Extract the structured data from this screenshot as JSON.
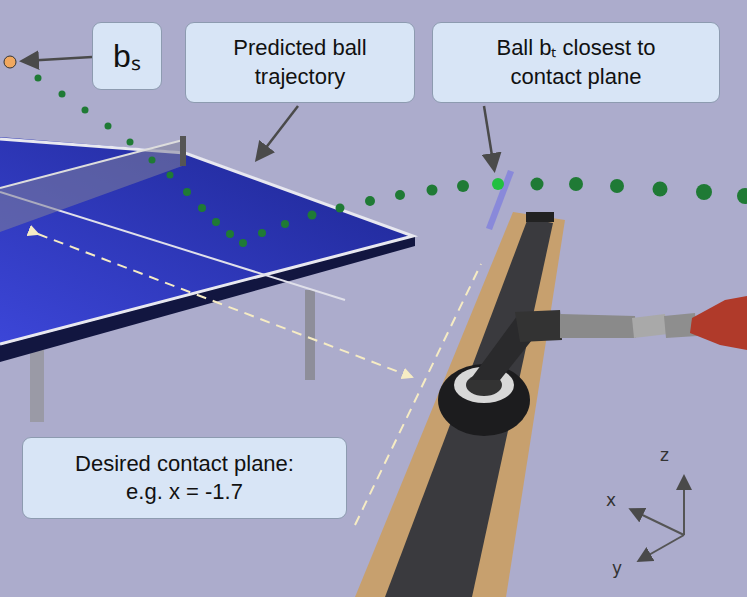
{
  "diagram": {
    "nodes": [
      {
        "text": [
          "bₛ"
        ]
      },
      {
        "text": [
          "Predicted ball trajectory"
        ]
      },
      {
        "text": [
          "Ball bₜ closest to contact plane"
        ]
      },
      {
        "text": [
          "Desired contact plane: e.g. x = -1.7"
        ]
      }
    ],
    "labels": [
      "x",
      "y",
      "z"
    ]
  }
}
